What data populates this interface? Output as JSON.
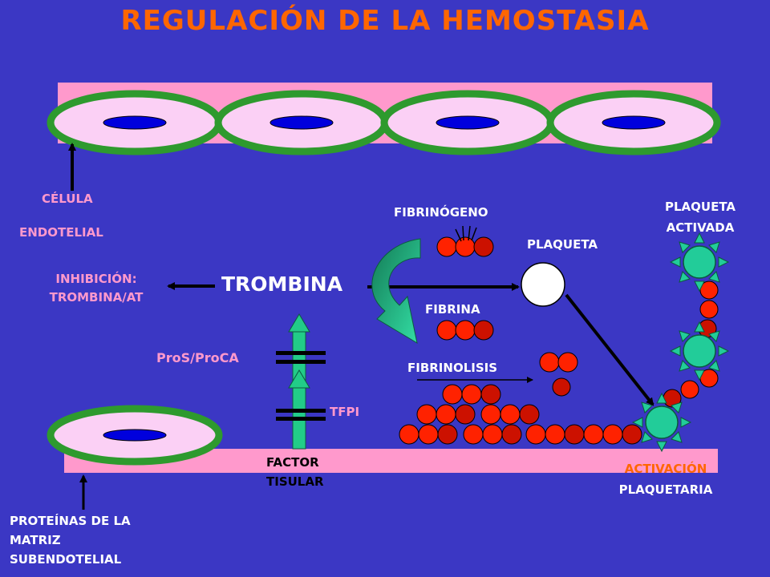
{
  "title": "REGULACIÓN DE LA HEMOSTASIA",
  "labels": {
    "celula": "CÉLULA",
    "endotelial": "ENDOTELIAL",
    "inhibicion_1": "INHIBICIÓN:",
    "inhibicion_2": "TROMBINA/AT",
    "trombina": "TROMBINA",
    "fibrinogeno": "FIBRINÓGENO",
    "plaqueta": "PLAQUETA",
    "plaqueta_activada_1": "PLAQUETA",
    "plaqueta_activada_2": "ACTIVADA",
    "fibrina": "FIBRINA",
    "fibrinolisis": "FIBRINOLISIS",
    "pros_proca": "ProS/ProCA",
    "tfpi": "TFPI",
    "factor_1": "FACTOR",
    "factor_2": "TISULAR",
    "activacion_1": "ACTIVACIÓN",
    "activacion_2": "PLAQUETARIA",
    "proteinas_1": "PROTEÍNAS DE LA",
    "proteinas_2": "MATRIZ",
    "proteinas_3": "SUBENDOTELIAL"
  },
  "colors": {
    "background": "#3b37c4",
    "title": "#ff6600",
    "pink_text": "#ff99cc",
    "vessel": "#ff99cc",
    "cell_ring": "#2e9a2e",
    "cell_body": "#fbd0f5",
    "nucleus": "#0000dd",
    "red_cell": "#ff2200",
    "platelet_active": "#22cc99",
    "arrow_green": "#22cc88"
  }
}
